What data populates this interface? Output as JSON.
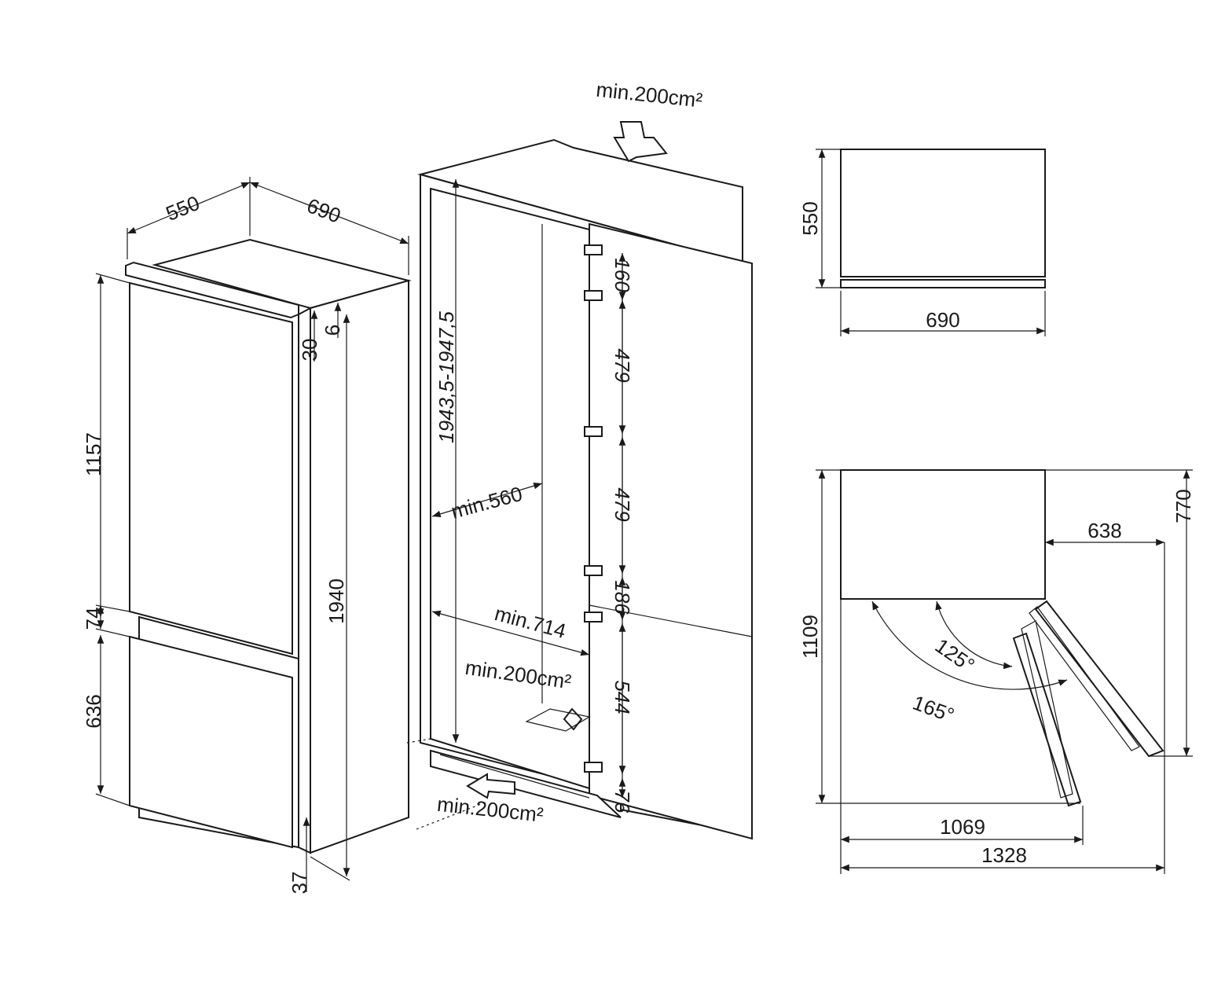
{
  "left_view": {
    "width": "550",
    "depth": "690",
    "upper_door": "1157",
    "gap": "74",
    "lower_door": "636",
    "total_height": "1940",
    "top_gap_30": "30",
    "top_gap_6": "6",
    "bottom_37": "37"
  },
  "niche_view": {
    "vent_top": "min.200cm²",
    "niche_height": "1943,5-1947,5",
    "min_width": "min.560",
    "min_depth": "min.714",
    "vent_mid": "min.200cm²",
    "vent_bottom": "min.200cm²",
    "hinge_160": "160",
    "hinge_479a": "479",
    "hinge_479b": "479",
    "hinge_186": "186",
    "hinge_544": "544",
    "hinge_76": "76"
  },
  "top_view": {
    "depth": "550",
    "width": "690"
  },
  "door_view": {
    "depth_1109": "1109",
    "depth_770": "770",
    "offset_638": "638",
    "angle_125": "125°",
    "angle_165": "165°",
    "width_1069": "1069",
    "width_1328": "1328"
  }
}
